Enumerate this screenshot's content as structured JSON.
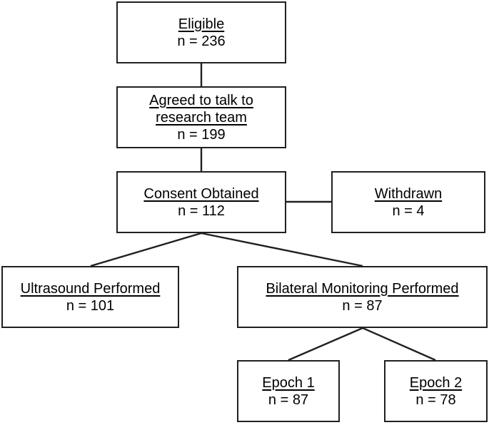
{
  "nodes": {
    "eligible": {
      "title": "Eligible",
      "count": "n = 236"
    },
    "agreed": {
      "title_line1": "Agreed to talk to",
      "title_line2": "research team",
      "count": "n = 199"
    },
    "consent": {
      "title": "Consent Obtained",
      "count": "n = 112"
    },
    "withdrawn": {
      "title": "Withdrawn",
      "count": "n = 4"
    },
    "ultrasound": {
      "title": "Ultrasound Performed",
      "count": "n = 101"
    },
    "bilateral": {
      "title": "Bilateral Monitoring Performed",
      "count": "n = 87"
    },
    "epoch1": {
      "title": "Epoch 1",
      "count": "n = 87"
    },
    "epoch2": {
      "title": "Epoch 2",
      "count": "n = 78"
    }
  },
  "colors": {
    "stroke": "#231f20",
    "background": "#ffffff",
    "text": "#000000"
  }
}
